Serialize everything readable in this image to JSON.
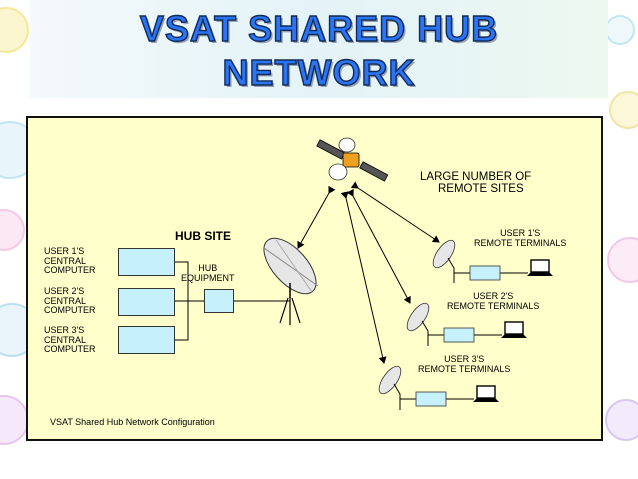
{
  "slide": {
    "title_line1": "VSAT SHARED HUB",
    "title_line2": "NETWORK"
  },
  "diagram": {
    "large_number_line1": "LARGE NUMBER OF",
    "large_number_line2": "REMOTE SITES",
    "hub_site": "HUB SITE",
    "hub_equipment_line1": "HUB",
    "hub_equipment_line2": "EQUIPMENT",
    "central_computers": [
      {
        "line1": "USER 1'S",
        "line2": "CENTRAL",
        "line3": "COMPUTER"
      },
      {
        "line1": "USER 2'S",
        "line2": "CENTRAL",
        "line3": "COMPUTER"
      },
      {
        "line1": "USER 3'S",
        "line2": "CENTRAL",
        "line3": "COMPUTER"
      }
    ],
    "remote_terminals": [
      {
        "line1": "USER 1'S",
        "line2": "REMOTE TERMINALS"
      },
      {
        "line1": "USER 2'S",
        "line2": "REMOTE TERMINALS"
      },
      {
        "line1": "USER 3'S",
        "line2": "REMOTE TERMINALS"
      }
    ],
    "caption": "VSAT Shared Hub Network Configuration"
  },
  "colors": {
    "title_fill": "#2a75f5",
    "diagram_bg": "#ffffcc",
    "box_fill": "#c6f1fb"
  },
  "icons": [
    "satellite-icon",
    "dish-antenna-icon",
    "laptop-icon"
  ]
}
